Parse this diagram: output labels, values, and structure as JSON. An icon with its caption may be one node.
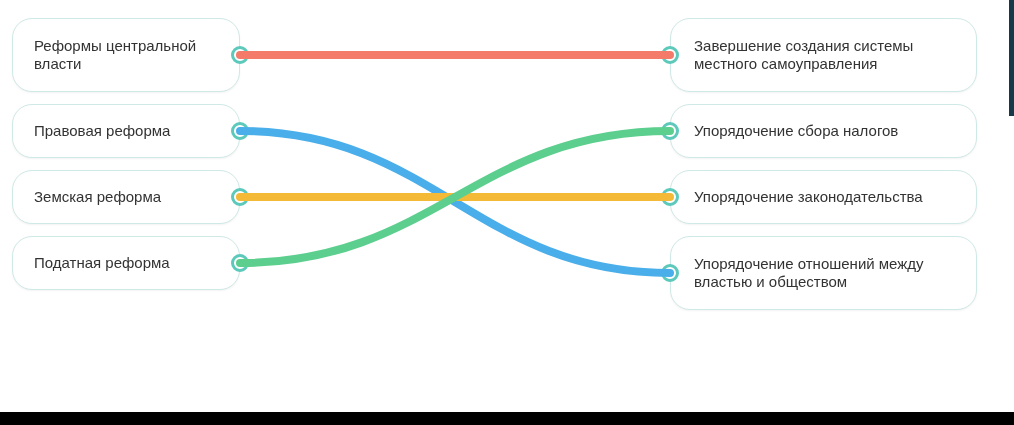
{
  "diagram": {
    "nodes": [
      {
        "text": [
          "Реформы центральной власти"
        ]
      },
      {
        "text": [
          "Правовая реформа"
        ]
      },
      {
        "text": [
          "Земская реформа"
        ]
      },
      {
        "text": [
          "Податная реформа"
        ]
      },
      {
        "text": [
          "Завершение создания системы местного самоуправления"
        ]
      },
      {
        "text": [
          "Упорядочение сбора налогов"
        ]
      },
      {
        "text": [
          "Упорядочение законодательства"
        ]
      },
      {
        "text": [
          "Упорядочение отношений между властью и обществом"
        ]
      }
    ],
    "edges": [
      {
        "from": 0,
        "to": 4,
        "arrow": "none",
        "color": "#f47a6a"
      },
      {
        "from": 1,
        "to": 7,
        "arrow": "none",
        "color": "#4aaeea"
      },
      {
        "from": 2,
        "to": 6,
        "arrow": "none",
        "color": "#f4b937"
      },
      {
        "from": 3,
        "to": 5,
        "arrow": "none",
        "color": "#5ccf8e"
      }
    ]
  }
}
